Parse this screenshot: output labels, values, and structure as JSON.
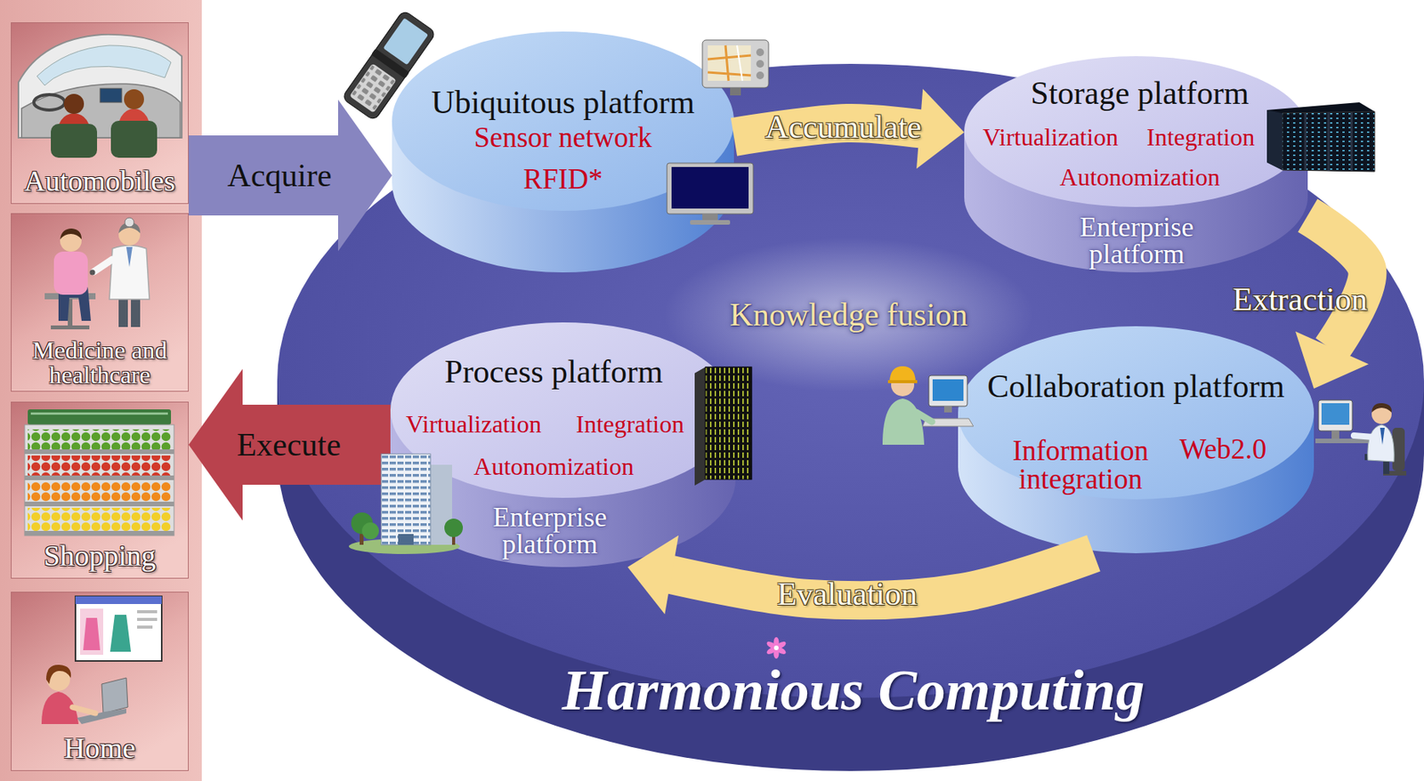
{
  "diagram": {
    "nodes": [
      {
        "text": [
          "Automobiles"
        ]
      },
      {
        "text": [
          "Medicine and healthcare"
        ]
      },
      {
        "text": [
          "Shopping"
        ]
      },
      {
        "text": [
          "Home"
        ]
      },
      {
        "text": [
          "Knowledge fusion",
          "Harmonious Computing"
        ]
      },
      {
        "text": [
          "Ubiquitous platform",
          "Sensor network",
          "RFID*"
        ],
        "in": 4
      },
      {
        "text": [
          "Storage platform",
          "Virtualization",
          "Integration",
          "Autonomization",
          "Enterprise platform"
        ],
        "in": 4
      },
      {
        "text": [
          "Process platform",
          "Virtualization",
          "Integration",
          "Autonomization",
          "Enterprise platform"
        ],
        "in": 4
      },
      {
        "text": [
          "Collaboration platform",
          "Information integration",
          "Web2.0"
        ],
        "in": 4
      }
    ],
    "edges": [
      {
        "from": 0,
        "to": 5,
        "arrow": "to",
        "label": "Acquire"
      },
      {
        "from": 5,
        "to": 6,
        "arrow": "to",
        "label": "Accumulate"
      },
      {
        "from": 6,
        "to": 8,
        "arrow": "to",
        "label": "Extraction"
      },
      {
        "from": 8,
        "to": 7,
        "arrow": "to",
        "label": "Evaluation"
      },
      {
        "from": 7,
        "to": 2,
        "arrow": "to",
        "label": "Execute"
      }
    ]
  }
}
